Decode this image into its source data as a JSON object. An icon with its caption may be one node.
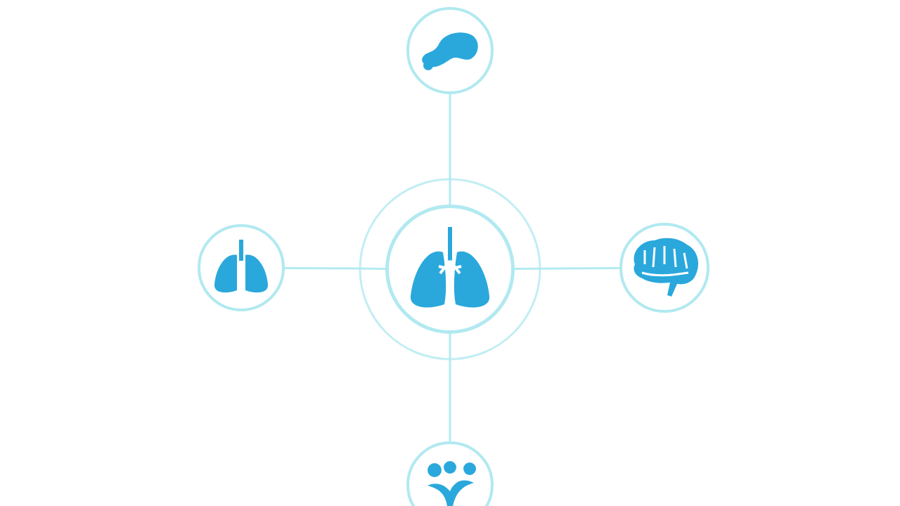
{
  "diagram": {
    "nodes": [
      {
        "text": [],
        "shape": "circle"
      },
      {
        "text": [],
        "shape": "circle"
      },
      {
        "text": [],
        "shape": "circle"
      },
      {
        "text": [],
        "shape": "circle"
      },
      {
        "text": [],
        "shape": "circle"
      }
    ],
    "edges": [
      {
        "from": 2,
        "to": 0,
        "arrow": "none"
      },
      {
        "from": 2,
        "to": 1,
        "arrow": "none"
      },
      {
        "from": 2,
        "to": 3,
        "arrow": "none"
      },
      {
        "from": 2,
        "to": 4,
        "arrow": "none"
      }
    ]
  }
}
